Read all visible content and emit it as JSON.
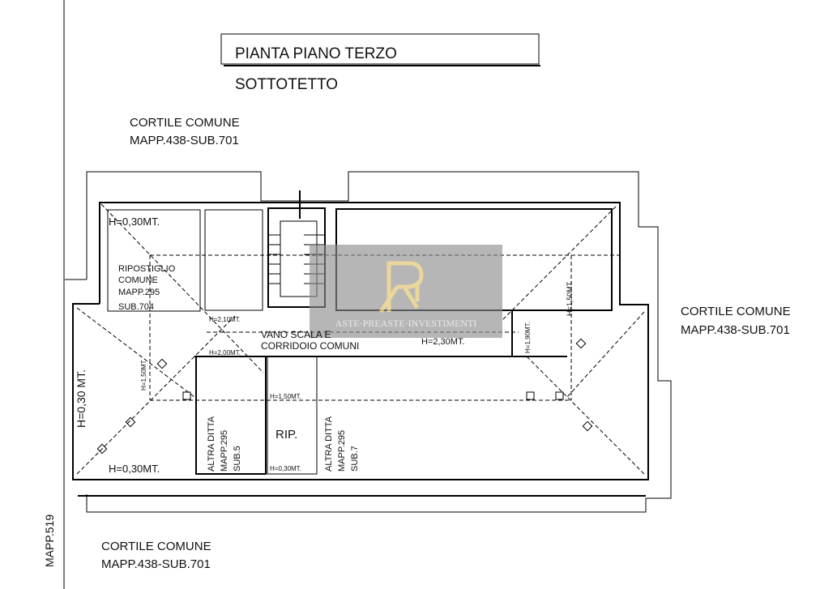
{
  "title": "PIANTA PIANO TERZO",
  "subtitle": "SOTTOTETTO",
  "courtyards": {
    "top": [
      "CORTILE COMUNE",
      "MAPP.438-SUB.701"
    ],
    "right": [
      "CORTILE COMUNE",
      "MAPP.438-SUB.701"
    ],
    "bottom": [
      "CORTILE COMUNE",
      "MAPP.438-SUB.701"
    ]
  },
  "side_label": "MAPP.519",
  "rooms": {
    "storage": [
      "RIPOSTIGLIO",
      "COMUNE",
      "MAPP.295",
      "SUB.704"
    ],
    "stair_corridor": [
      "VANO SCALA E",
      "CORRIDOIO COMUNI"
    ],
    "rip": "RIP.",
    "other_sub5": [
      "ALTRA DITTA",
      "MAPP.295",
      "SUB.5"
    ],
    "other_sub7": [
      "ALTRA DITTA",
      "MAPP.295",
      "SUB.7"
    ]
  },
  "heights": {
    "h030_top": "H=0,30MT.",
    "h030_left": "H=0,30 MT.",
    "h030_bottom": "H=0,30MT.",
    "h150_left": "H=1,50MT.",
    "h210": "H=2,10MT.",
    "h200": "H=2,00MT.",
    "h230": "H=2,30MT.",
    "h150_rip": "H=1,50MT.",
    "h030_rip": "H=0,30MT.",
    "h190": "H=1,90MT.",
    "h150_right": "H=1,50MT."
  },
  "watermark": "ASTE·PREASTE·INVESTIMENTI",
  "watermark_logo": "RI",
  "colors": {
    "watermark_bg": "#8c8c8c",
    "logo_gold": "#e8cf8a"
  }
}
